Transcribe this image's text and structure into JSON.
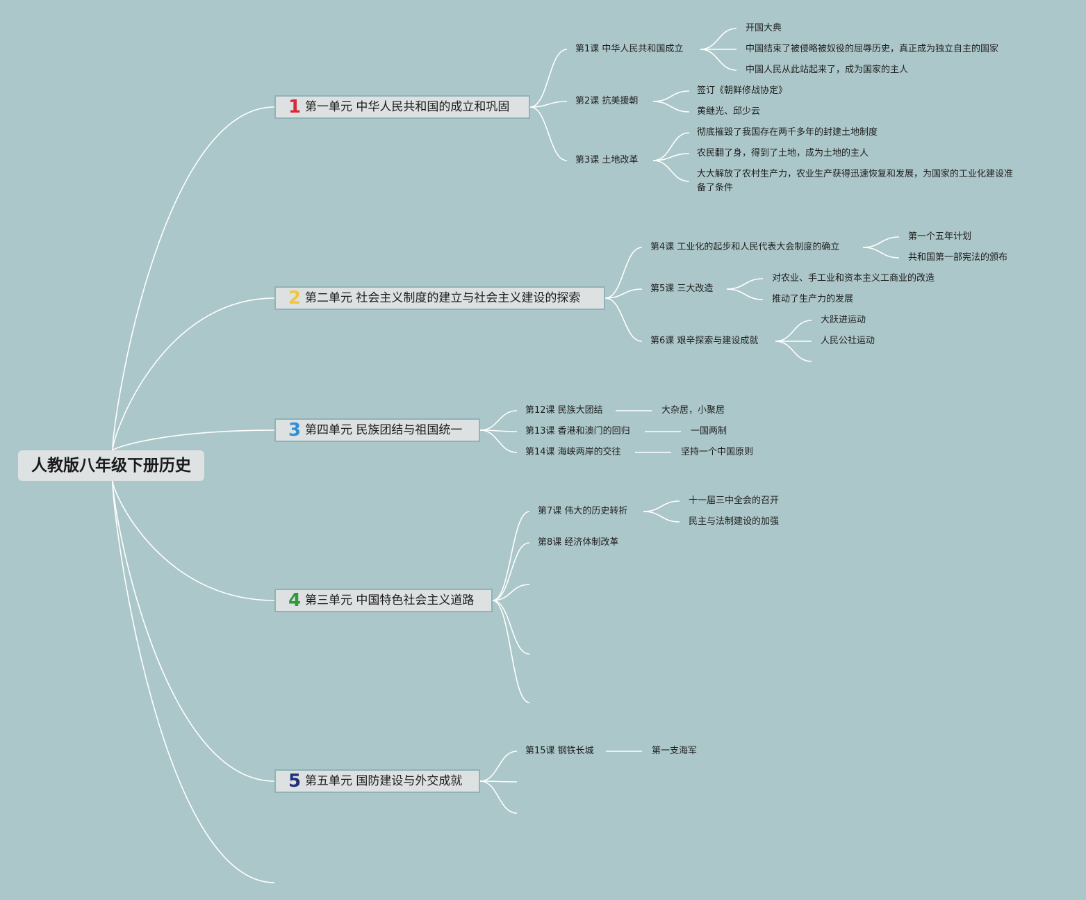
{
  "root": {
    "title": "人教版八年级下册历史"
  },
  "units": [
    {
      "number": "1",
      "number_color": "#d8283a",
      "title": "第一单元 中华人民共和国的成立和巩固",
      "lessons": [
        {
          "title": "第1课 中华人民共和国成立",
          "points": [
            "开国大典",
            "中国结束了被侵略被奴役的屈辱历史，真正成为独立自主的国家",
            "中国人民从此站起来了，成为国家的主人"
          ]
        },
        {
          "title": "第2课 抗美援朝",
          "points": [
            "签订《朝鲜修战协定》",
            "黄继光、邱少云"
          ]
        },
        {
          "title": "第3课 土地改革",
          "points": [
            "彻底摧毁了我国存在两千多年的封建土地制度",
            "农民翻了身，得到了土地，成为土地的主人",
            "大大解放了农村生产力，农业生产获得迅速恢复和发展，为国家的工业化建设准",
            "备了条件"
          ]
        }
      ]
    },
    {
      "number": "2",
      "number_color": "#f2c53a",
      "title": "第二单元 社会主义制度的建立与社会主义建设的探索",
      "lessons": [
        {
          "title": "第4课 工业化的起步和人民代表大会制度的确立",
          "points": [
            "第一个五年计划",
            "共和国第一部宪法的颁布"
          ]
        },
        {
          "title": "第5课 三大改造",
          "points": [
            "对农业、手工业和资本主义工商业的改造",
            "推动了生产力的发展"
          ]
        },
        {
          "title": "第6课 艰辛探索与建设成就",
          "points": [
            "大跃进运动",
            "人民公社运动"
          ]
        }
      ]
    },
    {
      "number": "3",
      "number_color": "#2e8fd8",
      "title": "第四单元 民族团结与祖国统一",
      "lessons": [
        {
          "title": "第12课 民族大团结",
          "points": [
            "大杂居，小聚居"
          ]
        },
        {
          "title": "第13课 香港和澳门的回归",
          "points": [
            "一国两制"
          ]
        },
        {
          "title": "第14课 海峡两岸的交往",
          "points": [
            "坚持一个中国原则"
          ]
        }
      ]
    },
    {
      "number": "4",
      "number_color": "#2e9b3a",
      "title": "第三单元 中国特色社会主义道路",
      "lessons": [
        {
          "title": "第7课 伟大的历史转折",
          "points": [
            "十一届三中全会的召开",
            "民主与法制建设的加强"
          ]
        },
        {
          "title": "第8课 经济体制改革",
          "points": []
        }
      ]
    },
    {
      "number": "5",
      "number_color": "#1f2f7a",
      "title": "第五单元 国防建设与外交成就",
      "lessons": [
        {
          "title": "第15课 钢铁长城",
          "points": [
            "第一支海军"
          ]
        }
      ]
    }
  ],
  "colors": {
    "background": "#acc7c9",
    "link": "#ffffff",
    "node_fill": "#dde1e2",
    "node_border": "#8fb3b6"
  }
}
